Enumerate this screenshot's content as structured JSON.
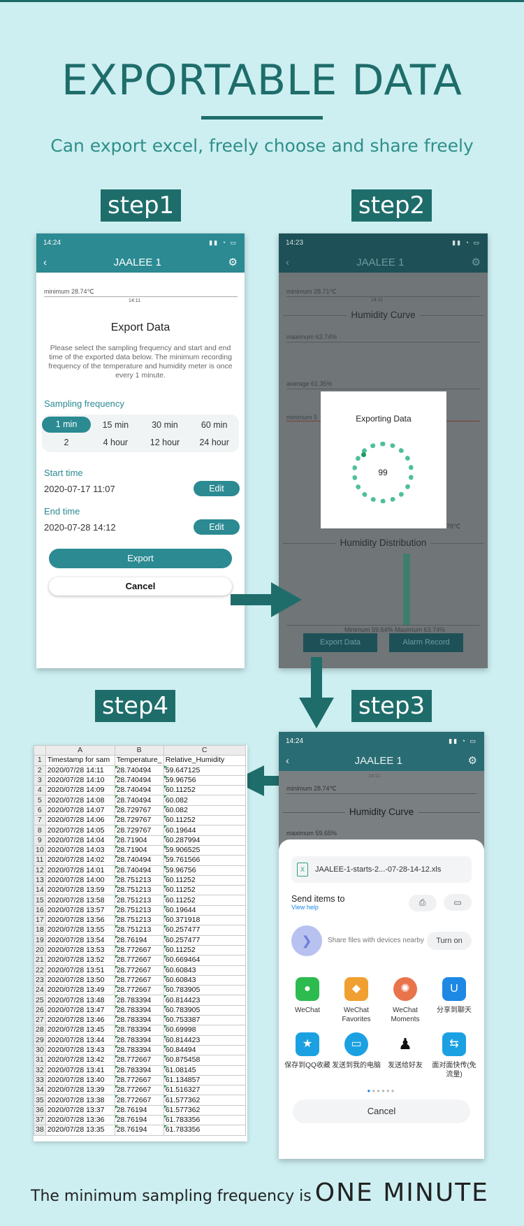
{
  "header": {
    "title": "EXPORTABLE DATA",
    "subtitle": "Can export excel, freely choose and share freely"
  },
  "steps": {
    "step1": "step1",
    "step2": "step2",
    "step3": "step3",
    "step4": "step4"
  },
  "colors": {
    "accent": "#2b8a92",
    "dark_teal": "#1e6d6b",
    "background": "#cdeff1"
  },
  "phone1": {
    "time": "14:24",
    "app_title": "JAALEE 1",
    "minimum_label": "minimum 28.74℃",
    "tick": "14:11",
    "dialog_title": "Export Data",
    "description": "Please select the sampling frequency and start and end time of the exported data below. The minimum recording frequency of the temperature and humidity meter is once every 1 minute.",
    "sampling_label": "Sampling frequency",
    "frequency_options": [
      "1 min",
      "15 min",
      "30 min",
      "60 min",
      "2",
      "4 hour",
      "12 hour",
      "24 hour"
    ],
    "selected_frequency": "1 min",
    "start_label": "Start time",
    "start_value": "2020-07-17  11:07",
    "end_label": "End time",
    "end_value": "2020-07-28  14:12",
    "edit_label": "Edit",
    "export_label": "Export",
    "cancel_label": "Cancel"
  },
  "phone2": {
    "time": "14:23",
    "app_title": "JAALEE 1",
    "minimum_label": "minimum 28.71℃",
    "tick": "14:11",
    "curve_title": "Humidity Curve",
    "maximum_label": "maximum 63.74%",
    "average_label": "average 61.35%",
    "minimum_short": "minimum 5",
    "right_value": "78℃",
    "dialog_title": "Exporting Data",
    "progress": "99",
    "distribution_title": "Humidity Distribution",
    "dist_range": "Minimum 59.64%  Maximum 63.74%",
    "export_data_button": "Export Data",
    "alarm_record_button": "Alarm Record"
  },
  "phone3": {
    "time": "14:24",
    "app_title": "JAALEE 1",
    "minimum_label": "minimum 28.74℃",
    "tick": "14:11",
    "curve_title": "Humidity Curve",
    "maximum_label": "maximum 59.65%",
    "file_name": "JAALEE-1-starts-2...-07-28-14-12.xls",
    "send_title": "Send items to",
    "view_help": "View help",
    "nearby_text": "Share files with devices nearby",
    "turn_on": "Turn on",
    "apps": [
      {
        "label": "WeChat",
        "color": "#2dbb4f",
        "icon": "wechat-icon"
      },
      {
        "label": "WeChat Favorites",
        "color": "#f0a030",
        "icon": "cube-icon"
      },
      {
        "label": "WeChat Moments",
        "color": "#e9734a",
        "icon": "aperture-icon"
      },
      {
        "label": "分享到聊天",
        "color": "#1e88e5",
        "icon": "chat-share-icon"
      },
      {
        "label": "保存到QQ收藏",
        "color": "#1ba1e2",
        "icon": "star-box-icon"
      },
      {
        "label": "发送到我的电脑",
        "color": "#1ba1e2",
        "icon": "monitor-icon"
      },
      {
        "label": "发送给好友",
        "color": "#111111",
        "icon": "penguin-icon"
      },
      {
        "label": "面对面快传(免流量)",
        "color": "#1ba1e2",
        "icon": "transfer-icon"
      }
    ],
    "cancel_label": "Cancel"
  },
  "spreadsheet": {
    "columns": [
      "A",
      "B",
      "C"
    ],
    "headers": [
      "Timestamp for sam",
      "Temperature_",
      "Relative_Humidity"
    ],
    "rows": [
      [
        "2020/07/28 14:11",
        "28.740494",
        "59.647125"
      ],
      [
        "2020/07/28 14:10",
        "28.740494",
        "59.96756"
      ],
      [
        "2020/07/28 14:09",
        "28.740494",
        "60.11252"
      ],
      [
        "2020/07/28 14:08",
        "28.740494",
        "60.082"
      ],
      [
        "2020/07/28 14:07",
        "28.729767",
        "60.082"
      ],
      [
        "2020/07/28 14:06",
        "28.729767",
        "60.11252"
      ],
      [
        "2020/07/28 14:05",
        "28.729767",
        "60.19644"
      ],
      [
        "2020/07/28 14:04",
        "28.71904",
        "60.287994"
      ],
      [
        "2020/07/28 14:03",
        "28.71904",
        "59.906525"
      ],
      [
        "2020/07/28 14:02",
        "28.740494",
        "59.761566"
      ],
      [
        "2020/07/28 14:01",
        "28.740494",
        "59.96756"
      ],
      [
        "2020/07/28 14:00",
        "28.751213",
        "60.11252"
      ],
      [
        "2020/07/28 13:59",
        "28.751213",
        "60.11252"
      ],
      [
        "2020/07/28 13:58",
        "28.751213",
        "60.11252"
      ],
      [
        "2020/07/28 13:57",
        "28.751213",
        "60.19644"
      ],
      [
        "2020/07/28 13:56",
        "28.751213",
        "60.371918"
      ],
      [
        "2020/07/28 13:55",
        "28.751213",
        "60.257477"
      ],
      [
        "2020/07/28 13:54",
        "28.76194",
        "60.257477"
      ],
      [
        "2020/07/28 13:53",
        "28.772667",
        "60.11252"
      ],
      [
        "2020/07/28 13:52",
        "28.772667",
        "60.669464"
      ],
      [
        "2020/07/28 13:51",
        "28.772667",
        "60.60843"
      ],
      [
        "2020/07/28 13:50",
        "28.772667",
        "60.60843"
      ],
      [
        "2020/07/28 13:49",
        "28.772667",
        "60.783905"
      ],
      [
        "2020/07/28 13:48",
        "28.783394",
        "60.814423"
      ],
      [
        "2020/07/28 13:47",
        "28.783394",
        "60.783905"
      ],
      [
        "2020/07/28 13:46",
        "28.783394",
        "60.753387"
      ],
      [
        "2020/07/28 13:45",
        "28.783394",
        "60.69998"
      ],
      [
        "2020/07/28 13:44",
        "28.783394",
        "60.814423"
      ],
      [
        "2020/07/28 13:43",
        "28.783394",
        "60.84494"
      ],
      [
        "2020/07/28 13:42",
        "28.772667",
        "60.875458"
      ],
      [
        "2020/07/28 13:41",
        "28.783394",
        "61.08145"
      ],
      [
        "2020/07/28 13:40",
        "28.772667",
        "61.134857"
      ],
      [
        "2020/07/28 13:39",
        "28.772667",
        "61.516327"
      ],
      [
        "2020/07/28 13:38",
        "28.772667",
        "61.577362"
      ],
      [
        "2020/07/28 13:37",
        "28.76194",
        "61.577362"
      ],
      [
        "2020/07/28 13:36",
        "28.76194",
        "61.783356"
      ],
      [
        "2020/07/28 13:35",
        "28.76194",
        "61.783356"
      ]
    ]
  },
  "footer": {
    "text": "The minimum sampling frequency is",
    "emphasis": "ONE MINUTE"
  }
}
